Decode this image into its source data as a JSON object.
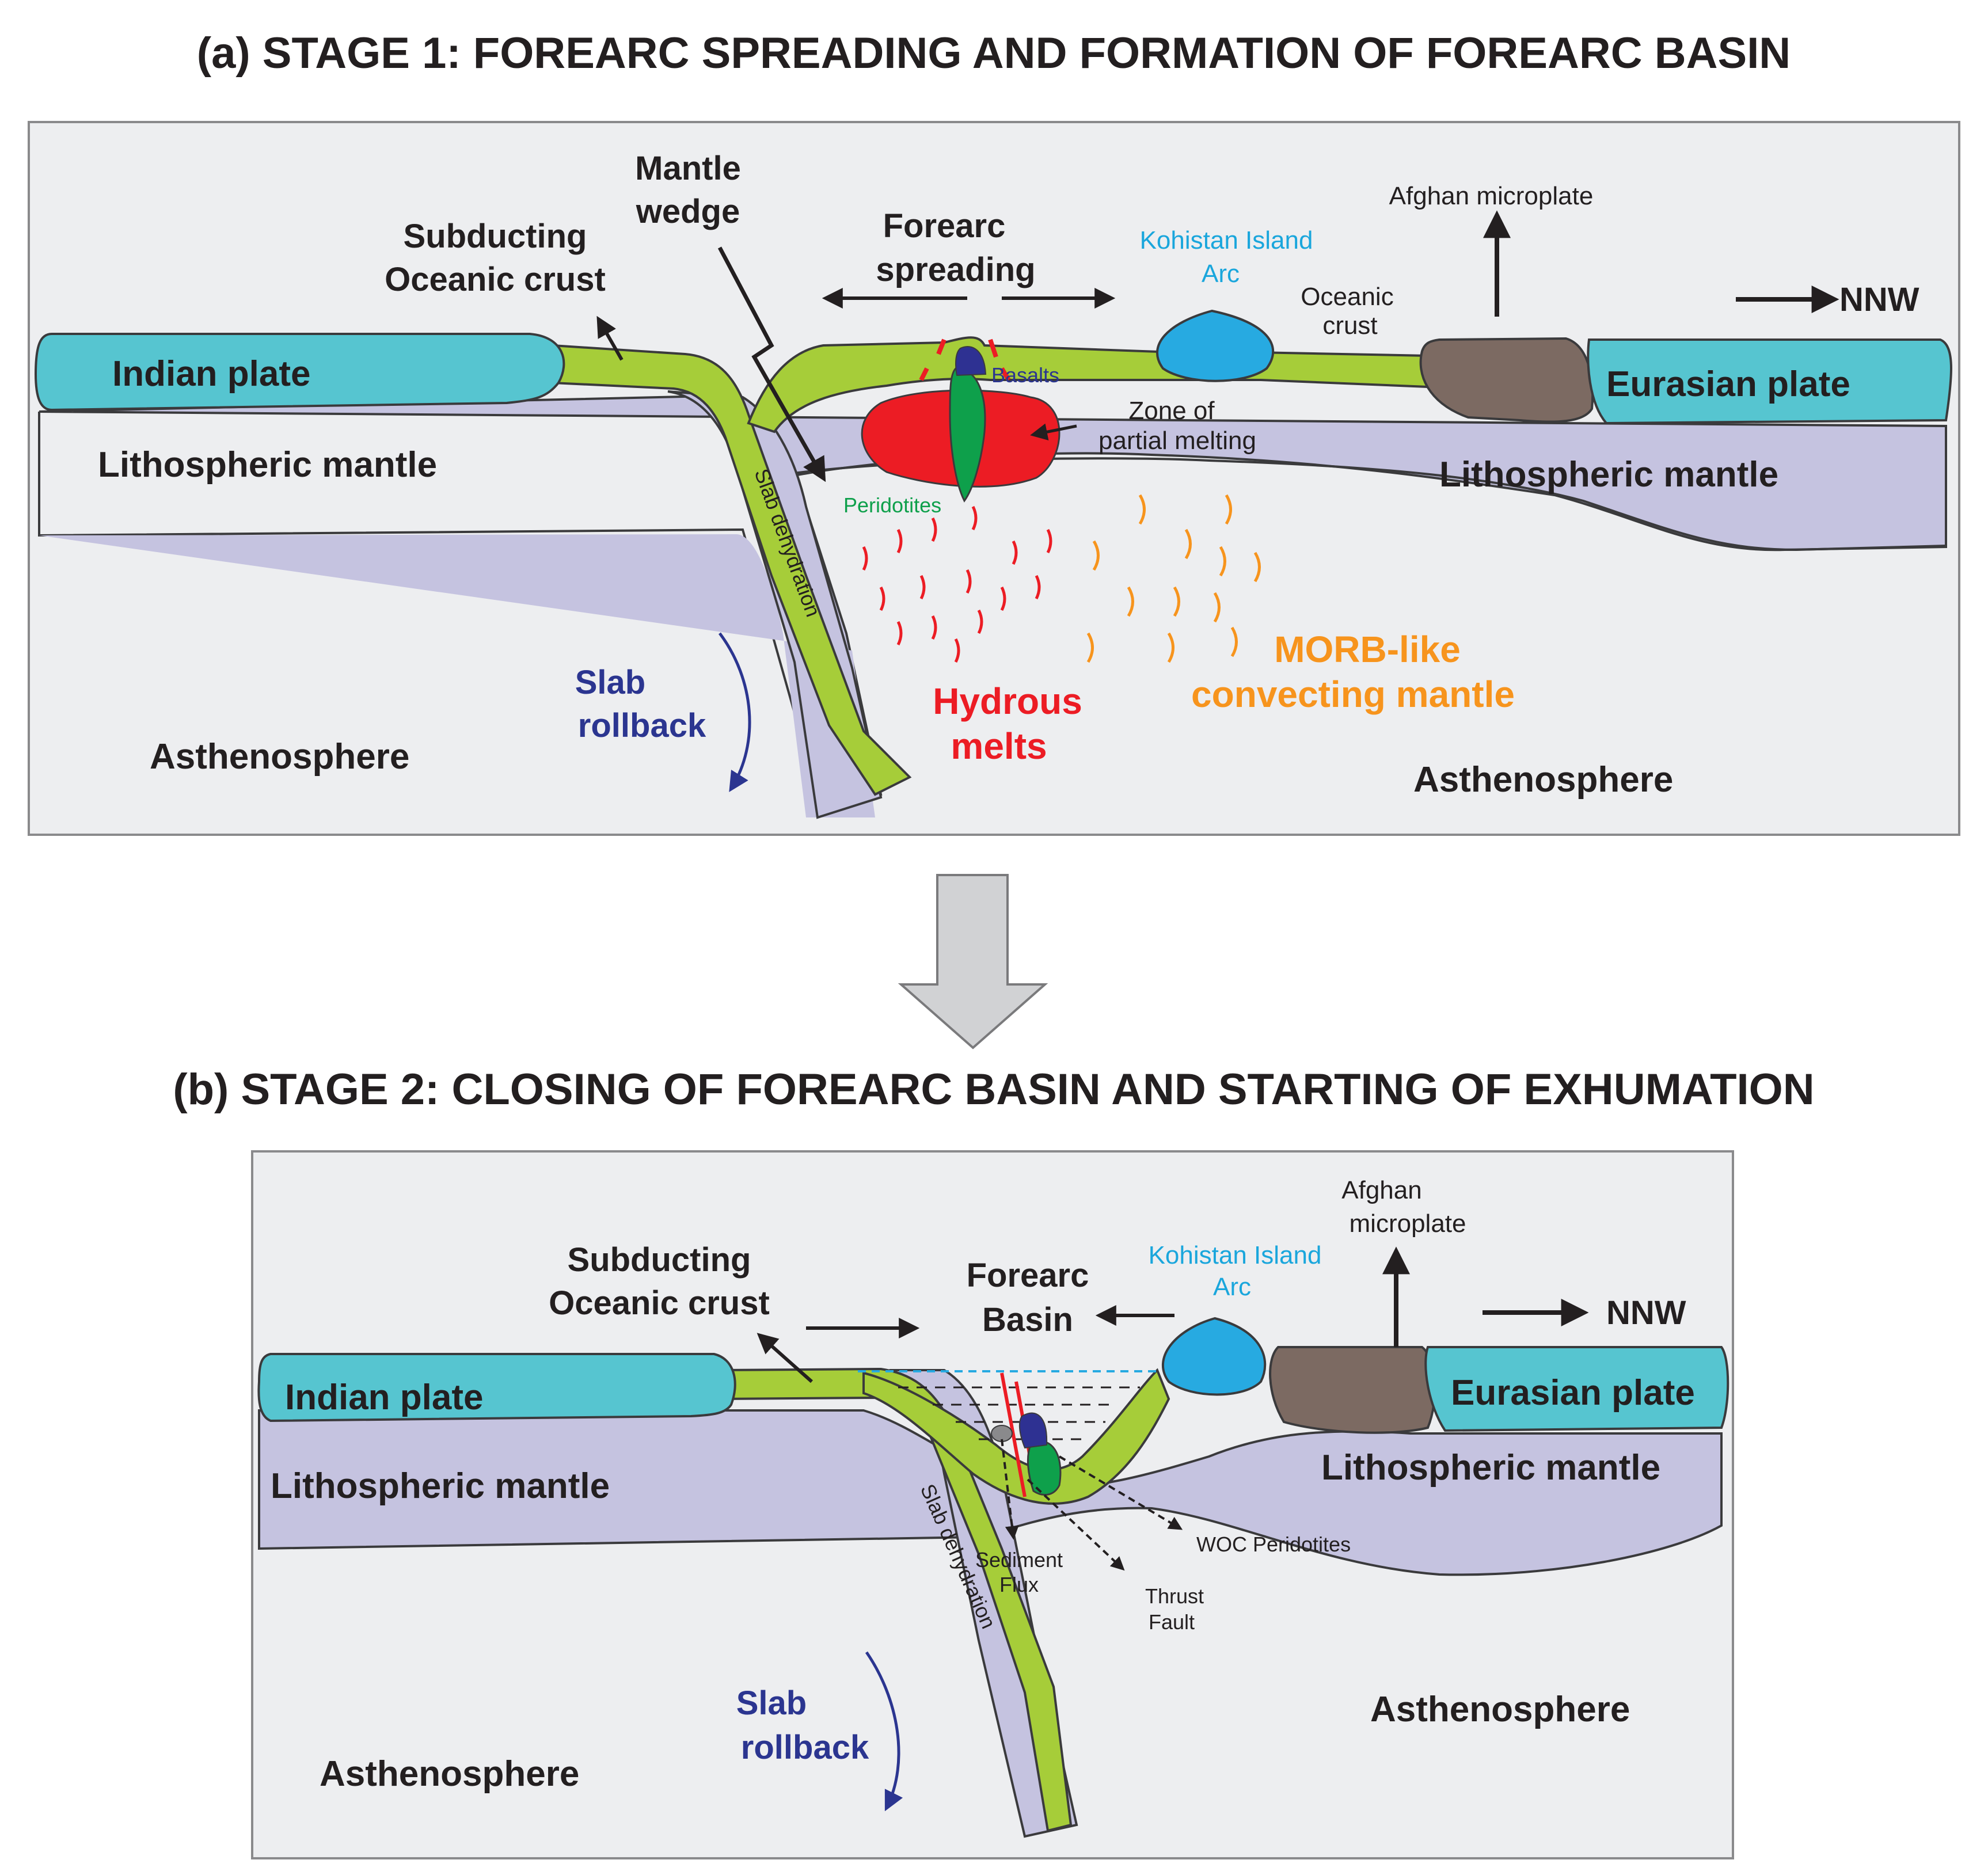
{
  "figure": {
    "stage1": {
      "title": "(a) STAGE 1: FOREARC SPREADING AND FORMATION OF FOREARC BASIN",
      "labels": {
        "indian_plate": "Indian plate",
        "lith_mantle_left": "Lithospheric mantle",
        "lith_mantle_right": "Lithospheric mantle",
        "subducting_1": "Subducting",
        "subducting_2": "Oceanic crust",
        "mantle_wedge_1": "Mantle",
        "mantle_wedge_2": "wedge",
        "forearc_1": "Forearc",
        "forearc_2": "spreading",
        "kohistan_1": "Kohistan Island",
        "kohistan_2": "Arc",
        "oceanic_crust_1": "Oceanic",
        "oceanic_crust_2": "crust",
        "afghan": "Afghan microplate",
        "nnw": "NNW",
        "eurasian": "Eurasian plate",
        "basalts": "Basalts",
        "zone_1": "Zone of",
        "zone_2": "partial melting",
        "peridotites": "Peridotites",
        "slab_dehydration": "Slab dehydration",
        "slab_rollback_1": "Slab",
        "slab_rollback_2": "rollback",
        "hydrous_1": "Hydrous",
        "hydrous_2": "melts",
        "morb_1": "MORB-like",
        "morb_2": "convecting mantle",
        "asthenosphere_left": "Asthenosphere",
        "asthenosphere_right": "Asthenosphere"
      }
    },
    "stage2": {
      "title": "(b) STAGE 2: CLOSING OF FOREARC BASIN AND STARTING OF EXHUMATION",
      "labels": {
        "indian_plate": "Indian plate",
        "lith_mantle_left": "Lithospheric mantle",
        "lith_mantle_right": "Lithospheric mantle",
        "subducting_1": "Subducting",
        "subducting_2": "Oceanic crust",
        "forearc_1": "Forearc",
        "forearc_2": "Basin",
        "kohistan_1": "Kohistan Island",
        "kohistan_2": "Arc",
        "afghan_1": "Afghan",
        "afghan_2": "microplate",
        "nnw": "NNW",
        "eurasian": "Eurasian plate",
        "sediment_1": "Sediment",
        "sediment_2": "Flux",
        "thrust_1": "Thrust",
        "thrust_2": "Fault",
        "woc": "WOC Peridotites",
        "slab_dehydration": "Slab dehydration",
        "slab_rollback_1": "Slab",
        "slab_rollback_2": "rollback",
        "asthenosphere_left": "Asthenosphere",
        "asthenosphere_right": "Asthenosphere"
      }
    },
    "colors": {
      "panel_bg": "#edeef0",
      "plate_cyan": "#56c5d0",
      "mantle_lavender": "#c5c3e0",
      "crust_green": "#a6cd39",
      "micro_brown": "#7c6a62",
      "arc_blue": "#27aae1",
      "melt_red": "#ec1c24",
      "peridotite_green": "#0ea04b",
      "basalt_navy": "#2e3192",
      "morb_orange": "#f7941d",
      "arrow_gray": "#d1d2d4"
    }
  }
}
